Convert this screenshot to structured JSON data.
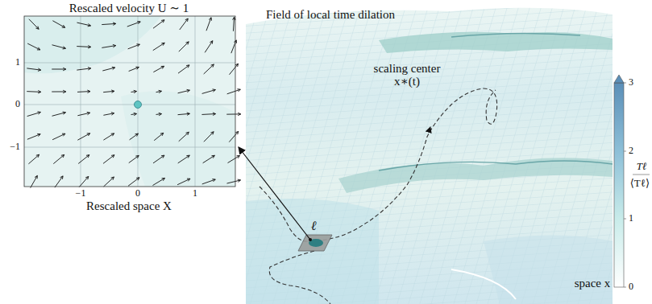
{
  "diagram": {
    "labels": [
      "Rescaled velocity U ∼ 1",
      "1",
      "0",
      "−1",
      "−1",
      "0",
      "1",
      "Rescaled space X",
      "Field of local time dilation",
      "scaling center x∗(t)",
      "ℓ",
      "space x",
      "3",
      "2",
      "1",
      "0",
      "Tℓ",
      "⟨Tℓ⟩"
    ]
  }
}
